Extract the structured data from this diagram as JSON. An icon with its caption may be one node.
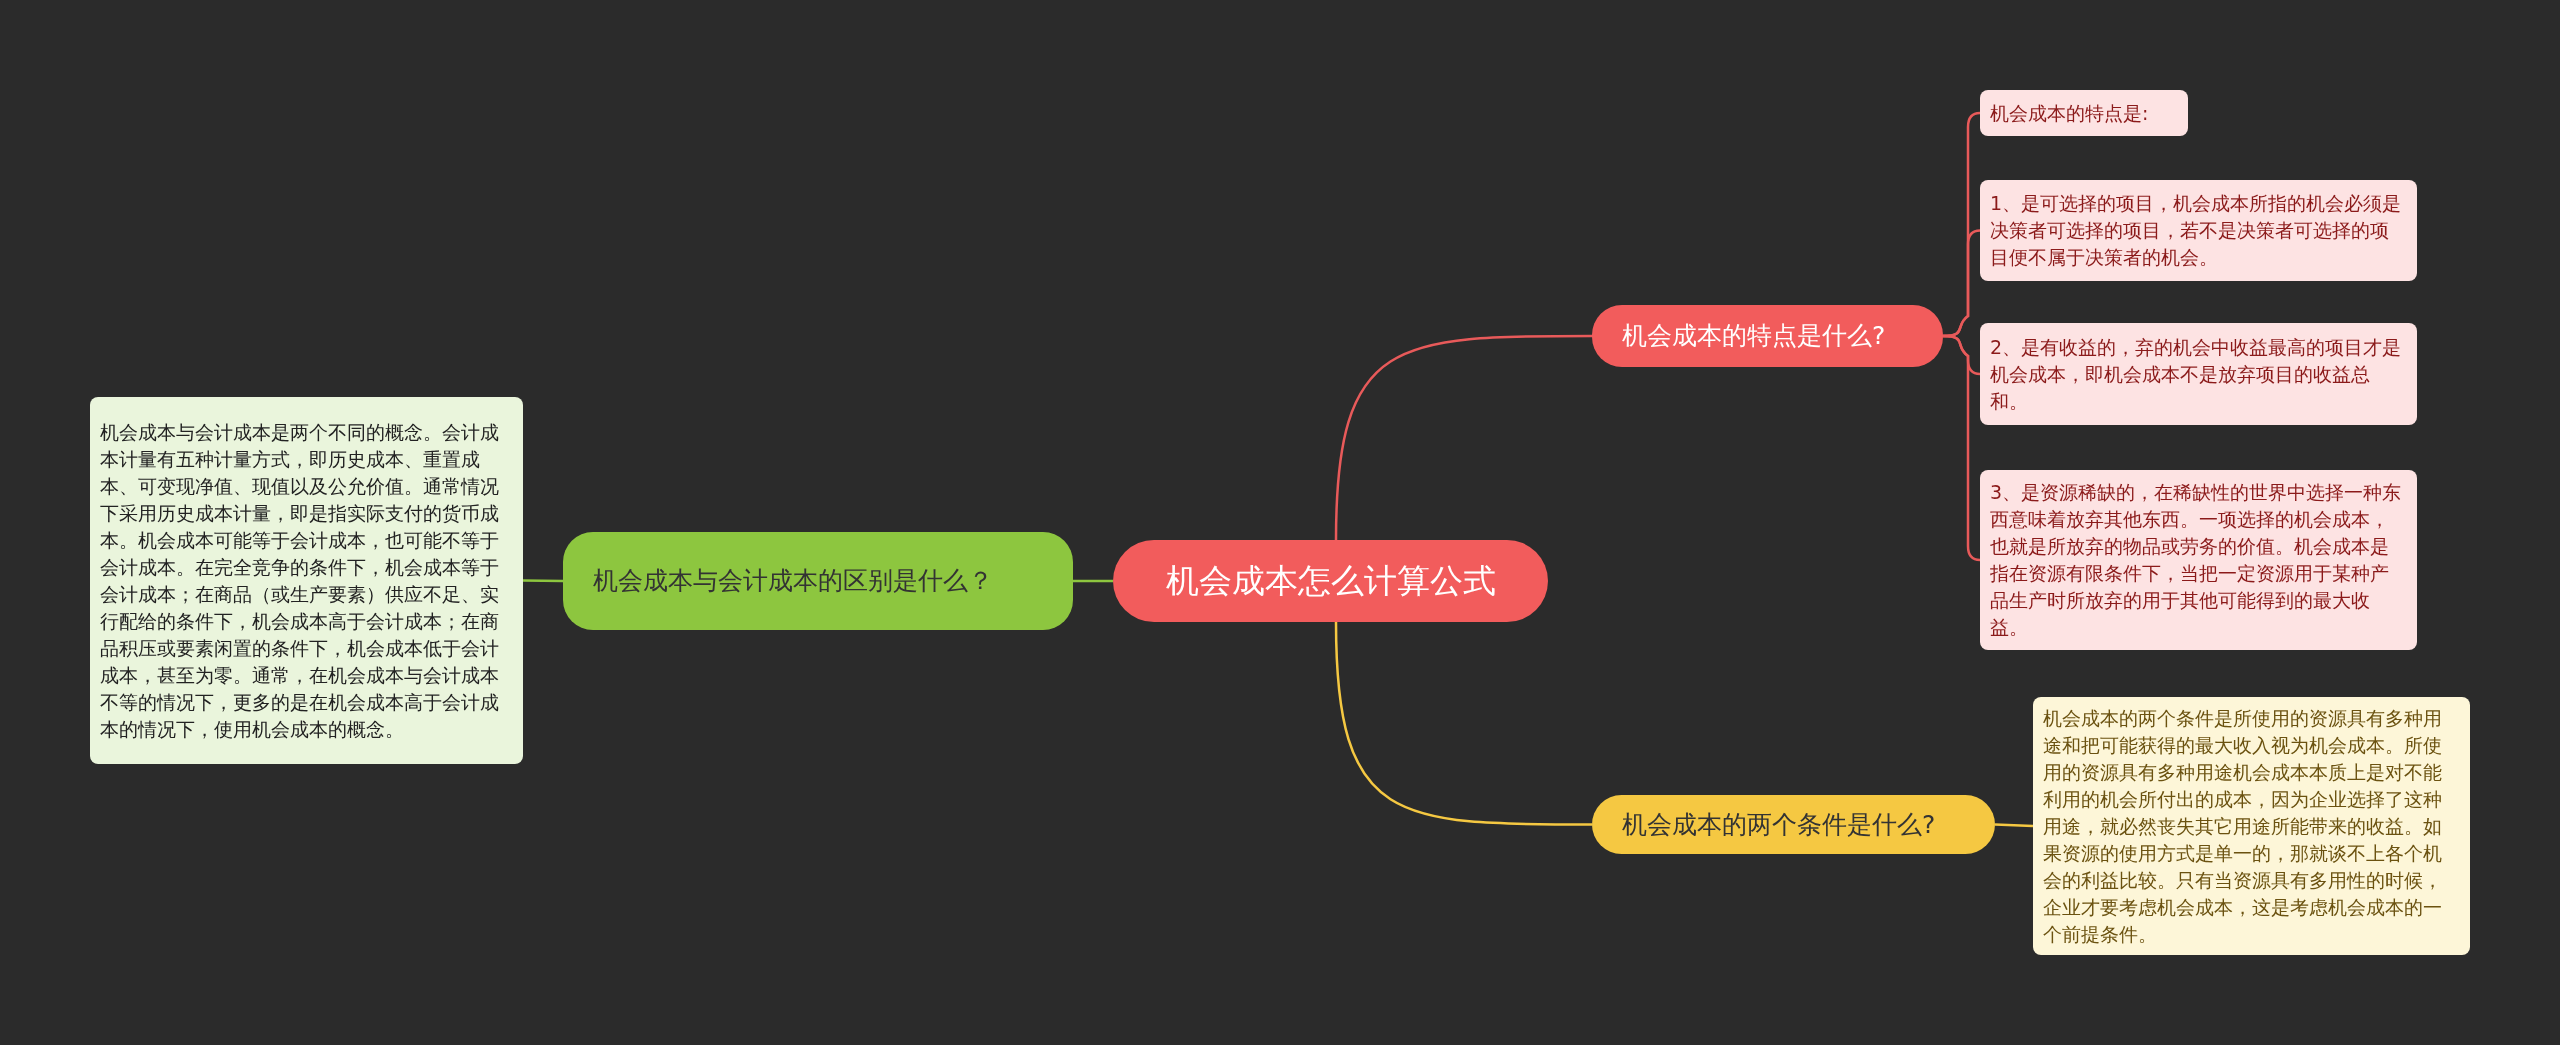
{
  "diagram": {
    "nodes": [
      {
        "text": [
          "机会成本怎么计算公式"
        ]
      },
      {
        "text": [
          "机会成本的特点是什么?"
        ]
      },
      {
        "text": [
          "机会成本的特点是:"
        ]
      },
      {
        "text": [
          "1、是可选择的项目，机会成本所指的机会必须是决策者可选择的项目，若不是决策者可选择的项目便不属于决策者的机会。"
        ]
      },
      {
        "text": [
          "2、是有收益的，弃的机会中收益最高的项目才是机会成本，即机会成本不是放弃项目的收益总和。"
        ]
      },
      {
        "text": [
          "3、是资源稀缺的，在稀缺性的世界中选择一种东西意味着放弃其他东西。一项选择的机会成本，也就是所放弃的物品或劳务的价值。机会成本是指在资源有限条件下，当把一定资源用于某种产品生产时所放弃的用于其他可能得到的最大收益。"
        ]
      },
      {
        "text": [
          "机会成本的两个条件是什么?"
        ]
      },
      {
        "text": [
          "机会成本的两个条件是所使用的资源具有多种用途和把可能获得的最大收入视为机会成本。所使用的资源具有多种用途机会成本本质上是对不能利用的机会所付出的成本，因为企业选择了这种用途，就必然丧失其它用途所能带来的收益。如果资源的使用方式是单一的，那就谈不上各个机会的利益比较。只有当资源具有多用性的时候，企业才要考虑机会成本，这是考虑机会成本的一个前提条件。"
        ]
      },
      {
        "text": [
          "机会成本与会计成本的区别是什么？"
        ]
      },
      {
        "text": [
          "机会成本与会计成本是两个不同的概念。会计成本计量有五种计量方式，即历史成本、重置成本、可变现净值、现值以及公允价值。通常情况下采用历史成本计量，即是指实际支付的货币成本。机会成本可能等于会计成本，也可能不等于会计成本。在完全竞争的条件下，机会成本等于会计成本；在商品（或生产要素）供应不足、实行配给的条件下，机会成本高于会计成本；在商品积压或要素闲置的条件下，机会成本低于会计成本，甚至为零。通常，在机会成本与会计成本不等的情况下，更多的是在机会成本高于会计成本的情况下，使用机会成本的概念。"
        ]
      }
    ],
    "edges": [
      {
        "from": 0,
        "to": 1,
        "arrow": "none"
      },
      {
        "from": 1,
        "to": 2,
        "arrow": "none"
      },
      {
        "from": 1,
        "to": 3,
        "arrow": "none"
      },
      {
        "from": 1,
        "to": 4,
        "arrow": "none"
      },
      {
        "from": 1,
        "to": 5,
        "arrow": "none"
      },
      {
        "from": 0,
        "to": 6,
        "arrow": "none",
        "color": "#f5c842"
      },
      {
        "from": 6,
        "to": 7,
        "arrow": "none",
        "color": "#f5c842"
      },
      {
        "from": 0,
        "to": 8,
        "arrow": "none",
        "color": "#8dc63f"
      },
      {
        "from": 8,
        "to": 9,
        "arrow": "none",
        "color": "#8dc63f"
      }
    ]
  }
}
